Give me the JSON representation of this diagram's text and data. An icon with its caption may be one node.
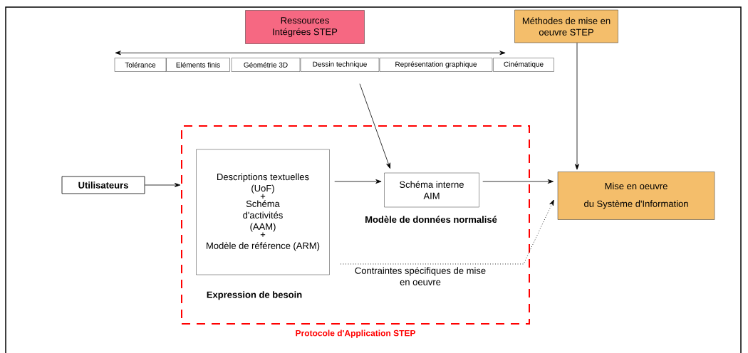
{
  "diagram": {
    "nodes": [
      {
        "text": [
          "Ressources Intégrées STEP"
        ]
      },
      {
        "text": [
          "Méthodes de mise en oeuvre STEP"
        ]
      },
      {
        "text": [
          "Tolérance"
        ]
      },
      {
        "text": [
          "Eléments finis"
        ]
      },
      {
        "text": [
          "Géométrie 3D"
        ]
      },
      {
        "text": [
          "Dessin technique"
        ]
      },
      {
        "text": [
          "Représentation graphique"
        ]
      },
      {
        "text": [
          "Cinématique"
        ]
      },
      {
        "text": [
          "Protocole d'Application STEP"
        ]
      },
      {
        "text": [
          "Descriptions textuelles (UoF)",
          "+",
          "Schéma d'activités (AAM)",
          "+",
          "Modèle de référence (ARM)"
        ],
        "in": 8,
        "beside": [
          "Expression de besoin"
        ]
      },
      {
        "text": [
          "Schéma interne AIM"
        ],
        "in": 8,
        "beside": [
          "Modèle de données normalisé"
        ]
      },
      {
        "text": [
          "Contraintes spécifiques de mise en oeuvre"
        ],
        "in": 8
      },
      {
        "text": [
          "Utilisateurs"
        ]
      },
      {
        "text": [
          "Mise en oeuvre",
          "du Système d'Information"
        ]
      }
    ],
    "edges": [
      {
        "from": 2,
        "to": 7,
        "arrow": "both"
      },
      {
        "from": 12,
        "to": 8,
        "arrow": "to"
      },
      {
        "from": 9,
        "to": 10,
        "arrow": "to"
      },
      {
        "from": 10,
        "to": 13,
        "arrow": "to"
      },
      {
        "from": 5,
        "to": 10,
        "arrow": "to"
      },
      {
        "from": 1,
        "to": 13,
        "arrow": "to"
      },
      {
        "from": 11,
        "to": 13,
        "arrow": "to",
        "style": "dashed"
      }
    ]
  }
}
